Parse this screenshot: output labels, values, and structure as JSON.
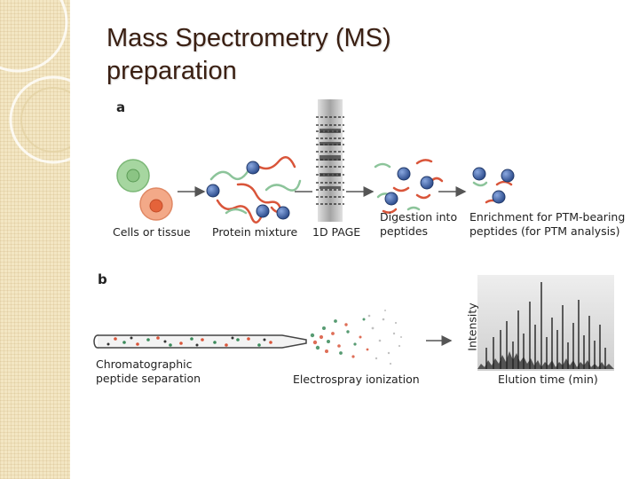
{
  "slide": {
    "title_line1": "Mass Spectrometry (MS)",
    "title_line2": "preparation"
  },
  "panel_a": {
    "letter": "a",
    "labels": {
      "cells": "Cells or tissue",
      "protein": "Protein mixture",
      "page": "1D PAGE",
      "digestion_line1": "Digestion into",
      "digestion_line2": "peptides",
      "enrichment_line1": "Enrichment for PTM-bearing",
      "enrichment_line2": "peptides (for PTM analysis)"
    }
  },
  "panel_b": {
    "letter": "b",
    "labels": {
      "chrom_line1": "Chromatographic",
      "chrom_line2": "peptide separation",
      "esi": "Electrospray ionization",
      "y_axis": "Intensity",
      "x_axis": "Elution time (min)"
    }
  },
  "colors": {
    "title": "#3a1f12",
    "peptide_red": "#d9553a",
    "peptide_green": "#8cc49a",
    "ptm_blue": "#4a6fb0",
    "cell_green": "#9fd09a",
    "cell_orange": "#f0a07a"
  }
}
